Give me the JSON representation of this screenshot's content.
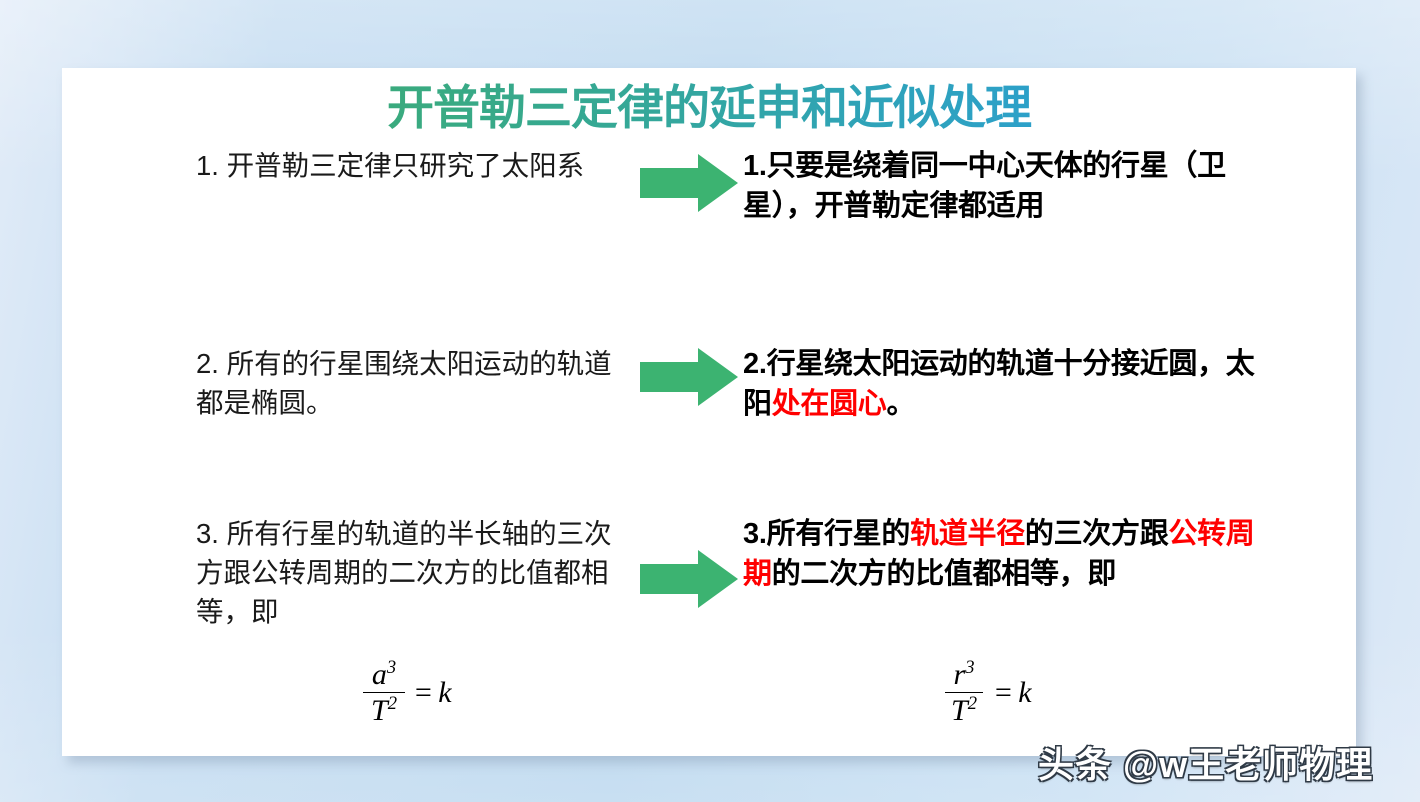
{
  "slide": {
    "title": "开普勒三定律的延申和近似处理",
    "title_gradient_from": "#3aa96a",
    "title_gradient_to": "#2e9fd8",
    "background_color": "#c4dcf1",
    "card_color": "#ffffff",
    "arrow_color": "#3cb371",
    "highlight_color": "#ff0000"
  },
  "rows": [
    {
      "left": "1. 开普勒三定律只研究了太阳系",
      "arrow": "right-arrow-icon",
      "right_parts": [
        {
          "text": "1.只要是绕着同一中心天体的行星（卫星），开普勒定律都适用",
          "highlight": false
        }
      ]
    },
    {
      "left": "2. 所有的行星围绕太阳运动的轨道都是椭圆。",
      "arrow": "right-arrow-icon",
      "right_parts": [
        {
          "text": "2.行星绕太阳运动的轨道十分接近圆，太阳",
          "highlight": false
        },
        {
          "text": "处在圆心",
          "highlight": true
        },
        {
          "text": "。",
          "highlight": false
        }
      ]
    },
    {
      "left": "3. 所有行星的轨道的半长轴的三次方跟公转周期的二次方的比值都相等，即",
      "arrow": "right-arrow-icon",
      "right_parts": [
        {
          "text": "3.所有行星的",
          "highlight": false
        },
        {
          "text": "轨道半径",
          "highlight": true
        },
        {
          "text": "的三次方跟",
          "highlight": false
        },
        {
          "text": "公转周期",
          "highlight": true
        },
        {
          "text": "的二次方的比值都相等，即",
          "highlight": false
        }
      ]
    }
  ],
  "formulas": {
    "left": {
      "numerator": "a",
      "numerator_exp": "3",
      "denominator": "T",
      "denominator_exp": "2",
      "equals": "=",
      "result": "k"
    },
    "right": {
      "numerator": "r",
      "numerator_exp": "3",
      "denominator": "T",
      "denominator_exp": "2",
      "equals": "=",
      "result": "k"
    }
  },
  "watermark": "头条 @w王老师物理"
}
